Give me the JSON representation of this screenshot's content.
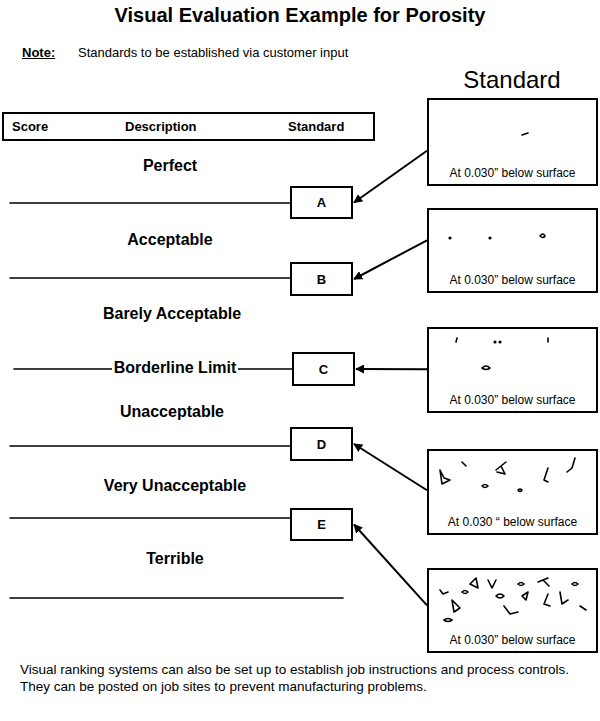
{
  "diagram": {
    "title": "Visual Evaluation Example for Porosity",
    "caption": "Visual ranking systems can also be set up to establish job instructions and process controls. They can be posted on job sites to prevent manufacturing problems.",
    "nodes": [
      {
        "text": [
          "Score",
          "Description",
          "Standard"
        ]
      },
      {
        "text": [
          "At 0.030” below surface"
        ]
      },
      {
        "text": [
          "A"
        ]
      },
      {
        "text": [
          "At 0.030” below surface"
        ]
      },
      {
        "text": [
          "B"
        ]
      },
      {
        "text": [
          "At 0.030” below surface"
        ]
      },
      {
        "text": [
          "C"
        ]
      },
      {
        "text": [
          "D"
        ]
      },
      {
        "text": [
          "At 0.030 “ below surface"
        ]
      },
      {
        "text": [
          "E"
        ]
      },
      {
        "text": [
          "At 0.030” below surface"
        ]
      }
    ],
    "edges": [
      {
        "from": 1,
        "to": 2,
        "arrow": "to"
      },
      {
        "from": 3,
        "to": 4,
        "arrow": "to"
      },
      {
        "from": 5,
        "to": 6,
        "arrow": "to"
      },
      {
        "from": 8,
        "to": 7,
        "arrow": "to"
      },
      {
        "from": 10,
        "to": 9,
        "arrow": "to"
      }
    ],
    "labels": [
      "Note:",
      "Standards to be established via customer input",
      "Standard",
      "Perfect",
      "Acceptable",
      "Barely Acceptable",
      "Borderline Limit",
      "Unacceptable",
      "Very Unacceptable",
      "Terrible"
    ]
  }
}
